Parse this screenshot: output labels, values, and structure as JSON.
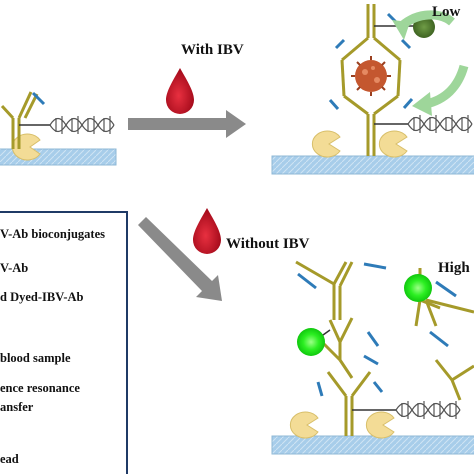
{
  "top_arrow": {
    "label": "With IBV"
  },
  "diag_arrow": {
    "label": "Without IBV"
  },
  "top_right": {
    "label": "Low"
  },
  "bottom_right": {
    "label": "High"
  },
  "legend": {
    "items": [
      {
        "text": "V-Ab bioconjugates"
      },
      {
        "text": "V-Ab"
      },
      {
        "text": "d Dyed-IBV-Ab"
      },
      {
        "text": "blood sample"
      },
      {
        "text": "ence resonance"
      },
      {
        "text": "ansfer"
      },
      {
        "text": "ead"
      }
    ]
  },
  "colors": {
    "antibody": "#a59a2a",
    "linker_blue": "#2e7bb8",
    "substrate": "#a7cdea",
    "substrate_edge": "#8fb8d6",
    "receptor": "#f3dc96",
    "green_dye": "#1ee81a",
    "dark_green_dye": "#4f7a2e",
    "virus": "#c4572f",
    "blood_drop": "#c81224",
    "arrow_gray": "#8a8a8a",
    "legend_border": "#1f3a66",
    "curved_arrow": "#9ed69a"
  }
}
